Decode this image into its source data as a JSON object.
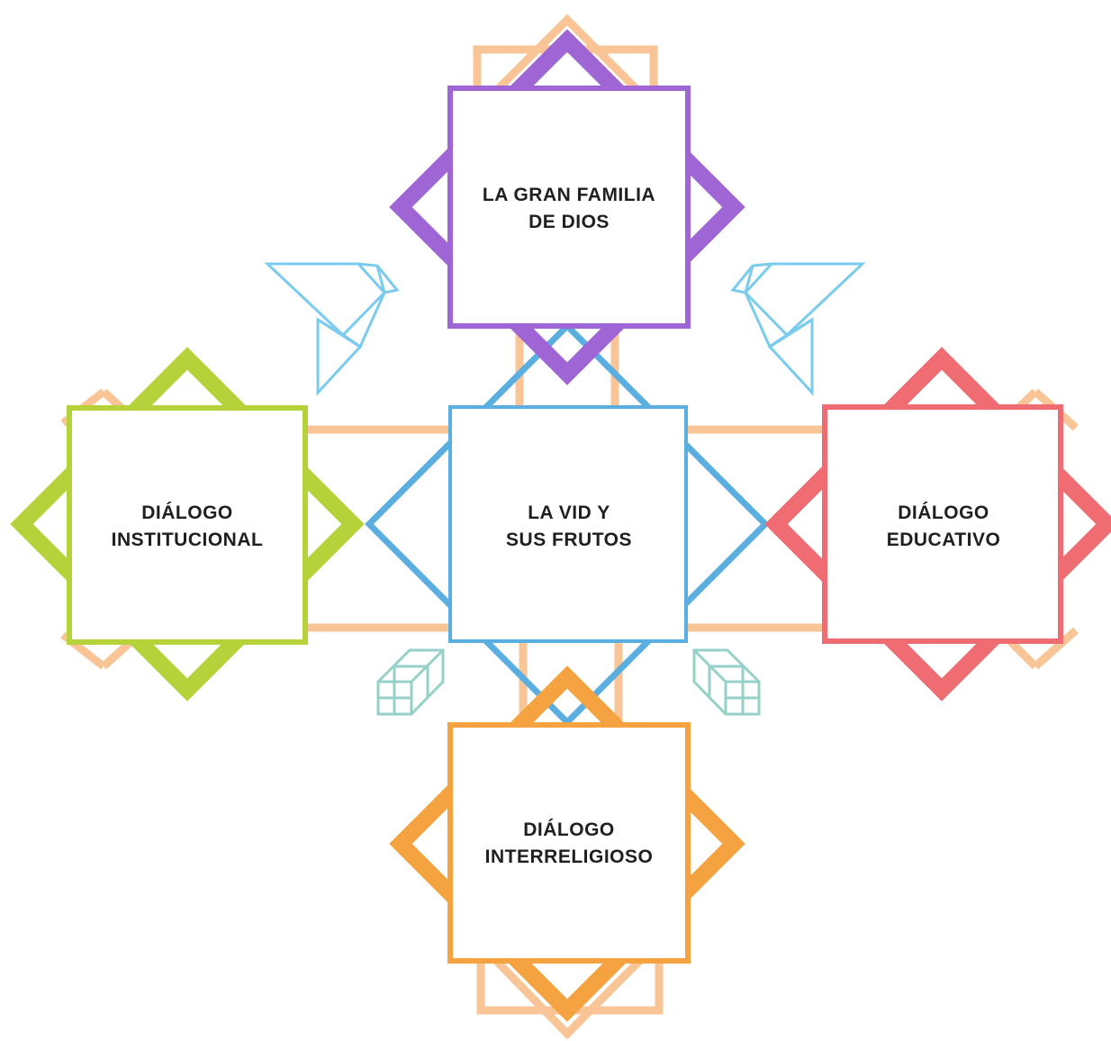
{
  "colors": {
    "purple": "#A065D4",
    "blue": "#5AAFE0",
    "green": "#B5D23A",
    "red": "#EF6C73",
    "orange": "#F4A340",
    "peach": "#F9C596",
    "bird": "#7ACBED",
    "box": "#96D1C8"
  },
  "nodes": {
    "top": {
      "line1": "LA GRAN FAMILIA",
      "line2": "DE DIOS"
    },
    "center": {
      "line1": "LA VID Y",
      "line2": "SUS FRUTOS"
    },
    "left": {
      "line1": "DIÁLOGO",
      "line2": "INSTITUCIONAL"
    },
    "right": {
      "line1": "DIÁLOGO",
      "line2": "EDUCATIVO"
    },
    "bottom": {
      "line1": "DIÁLOGO",
      "line2": "INTERRELIGIOSO"
    }
  },
  "icons": {
    "birds": "origami-bird-icon",
    "boxes": "isometric-box-icon"
  }
}
